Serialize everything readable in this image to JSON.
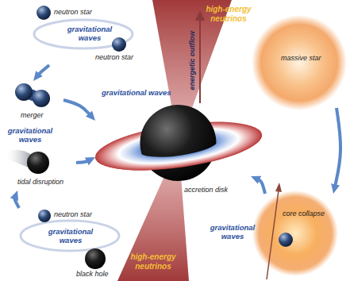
{
  "diagram": {
    "nodes": [
      {
        "text": [
          "neutron star",
          "gravitational waves",
          "neutron star"
        ]
      },
      {
        "text": [
          "merger"
        ]
      },
      {
        "text": [
          "gravitational waves",
          "tidal disruption"
        ]
      },
      {
        "text": [
          "neutron star",
          "gravitational waves",
          "black hole"
        ]
      },
      {
        "text": [
          "accretion disk"
        ]
      },
      {
        "text": [
          "massive star"
        ]
      },
      {
        "text": [
          "core collapse"
        ]
      }
    ],
    "edges": [
      {
        "from": 0,
        "to": 1,
        "arrow": "to"
      },
      {
        "from": 1,
        "to": 4,
        "arrow": "to"
      },
      {
        "from": 3,
        "to": 2,
        "arrow": "to"
      },
      {
        "from": 2,
        "to": 4,
        "arrow": "to"
      },
      {
        "from": 5,
        "to": 6,
        "arrow": "to"
      },
      {
        "from": 6,
        "to": 4,
        "arrow": "to"
      }
    ],
    "labels": [
      "high-energy neutrinos",
      "energetic outflow",
      "gravitational waves",
      "high-energy neutrinos",
      "gravitational waves"
    ]
  }
}
